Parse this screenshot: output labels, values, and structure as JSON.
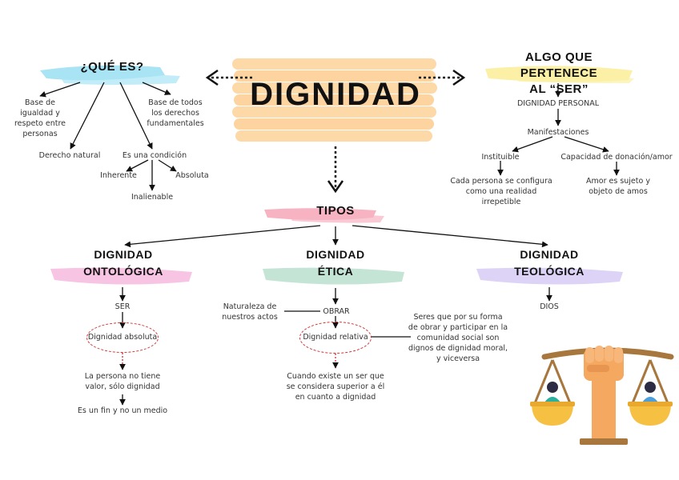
{
  "main_title": "DIGNIDAD",
  "que_es": {
    "heading": "¿QUÉ ES?",
    "items": {
      "base_igualdad": "Base de\nigualdad y\nrespeto entre\npersonas",
      "base_derechos": "Base de todos\nlos derechos\nfundamentales",
      "derecho_natural": "Derecho natural",
      "condicion": "Es una condición",
      "inherente": "Inherente",
      "absoluta": "Absoluta",
      "inalienable": "Inalienable"
    }
  },
  "algo": {
    "heading": "ALGO QUE PERTENECE\nAL “SER”",
    "dignidad_personal": "DIGNIDAD PERSONAL",
    "manifestaciones": "Manifestaciones",
    "instituible": "Instituible",
    "capacidad": "Capacidad de donación/amor",
    "cada_persona": "Cada persona se configura\ncomo una realidad irrepetible",
    "amor": "Amor es sujeto y\nobjeto de amos"
  },
  "tipos": {
    "heading": "TIPOS",
    "ontologica": {
      "heading": "DIGNIDAD\nONTOLÓGICA",
      "ser": "SER",
      "oval": "Dignidad absoluta",
      "desc": "La persona no tiene\nvalor, sólo dignidad",
      "fin": "Es un fin y no un medio"
    },
    "etica": {
      "heading": "DIGNIDAD\nÉTICA",
      "obrar": "OBRAR",
      "naturaleza": "Naturaleza de\nnuestros actos",
      "oval": "Dignidad relativa",
      "seres": "Seres que por su forma\nde obrar y participar en la\ncomunidad social son\ndignos de dignidad moral,\ny viceversa",
      "cuando": "Cuando existe un ser que\nse considera superior a él\nen cuanto a dignidad"
    },
    "teologica": {
      "heading": "DIGNIDAD\nTEOLÓGICA",
      "dios": "DIOS"
    }
  },
  "colors": {
    "title_highlight": "#fdd9a8",
    "que_es_highlight": "#a8e4f4",
    "algo_highlight": "#fbf0a6",
    "tipos_highlight": "#f7b3c2",
    "ontologica_highlight": "#f8c4e4",
    "etica_highlight": "#c4e4d6",
    "teologica_highlight": "#ddd3f7",
    "oval_border": "#d32f2f",
    "scale_gold": "#f6c042",
    "scale_frame": "#a7773d",
    "fist": "#f4a860"
  },
  "icons": [
    "double-arrow-left-icon",
    "double-arrow-right-icon",
    "arrow-down-icon",
    "justice-scale-icon"
  ]
}
